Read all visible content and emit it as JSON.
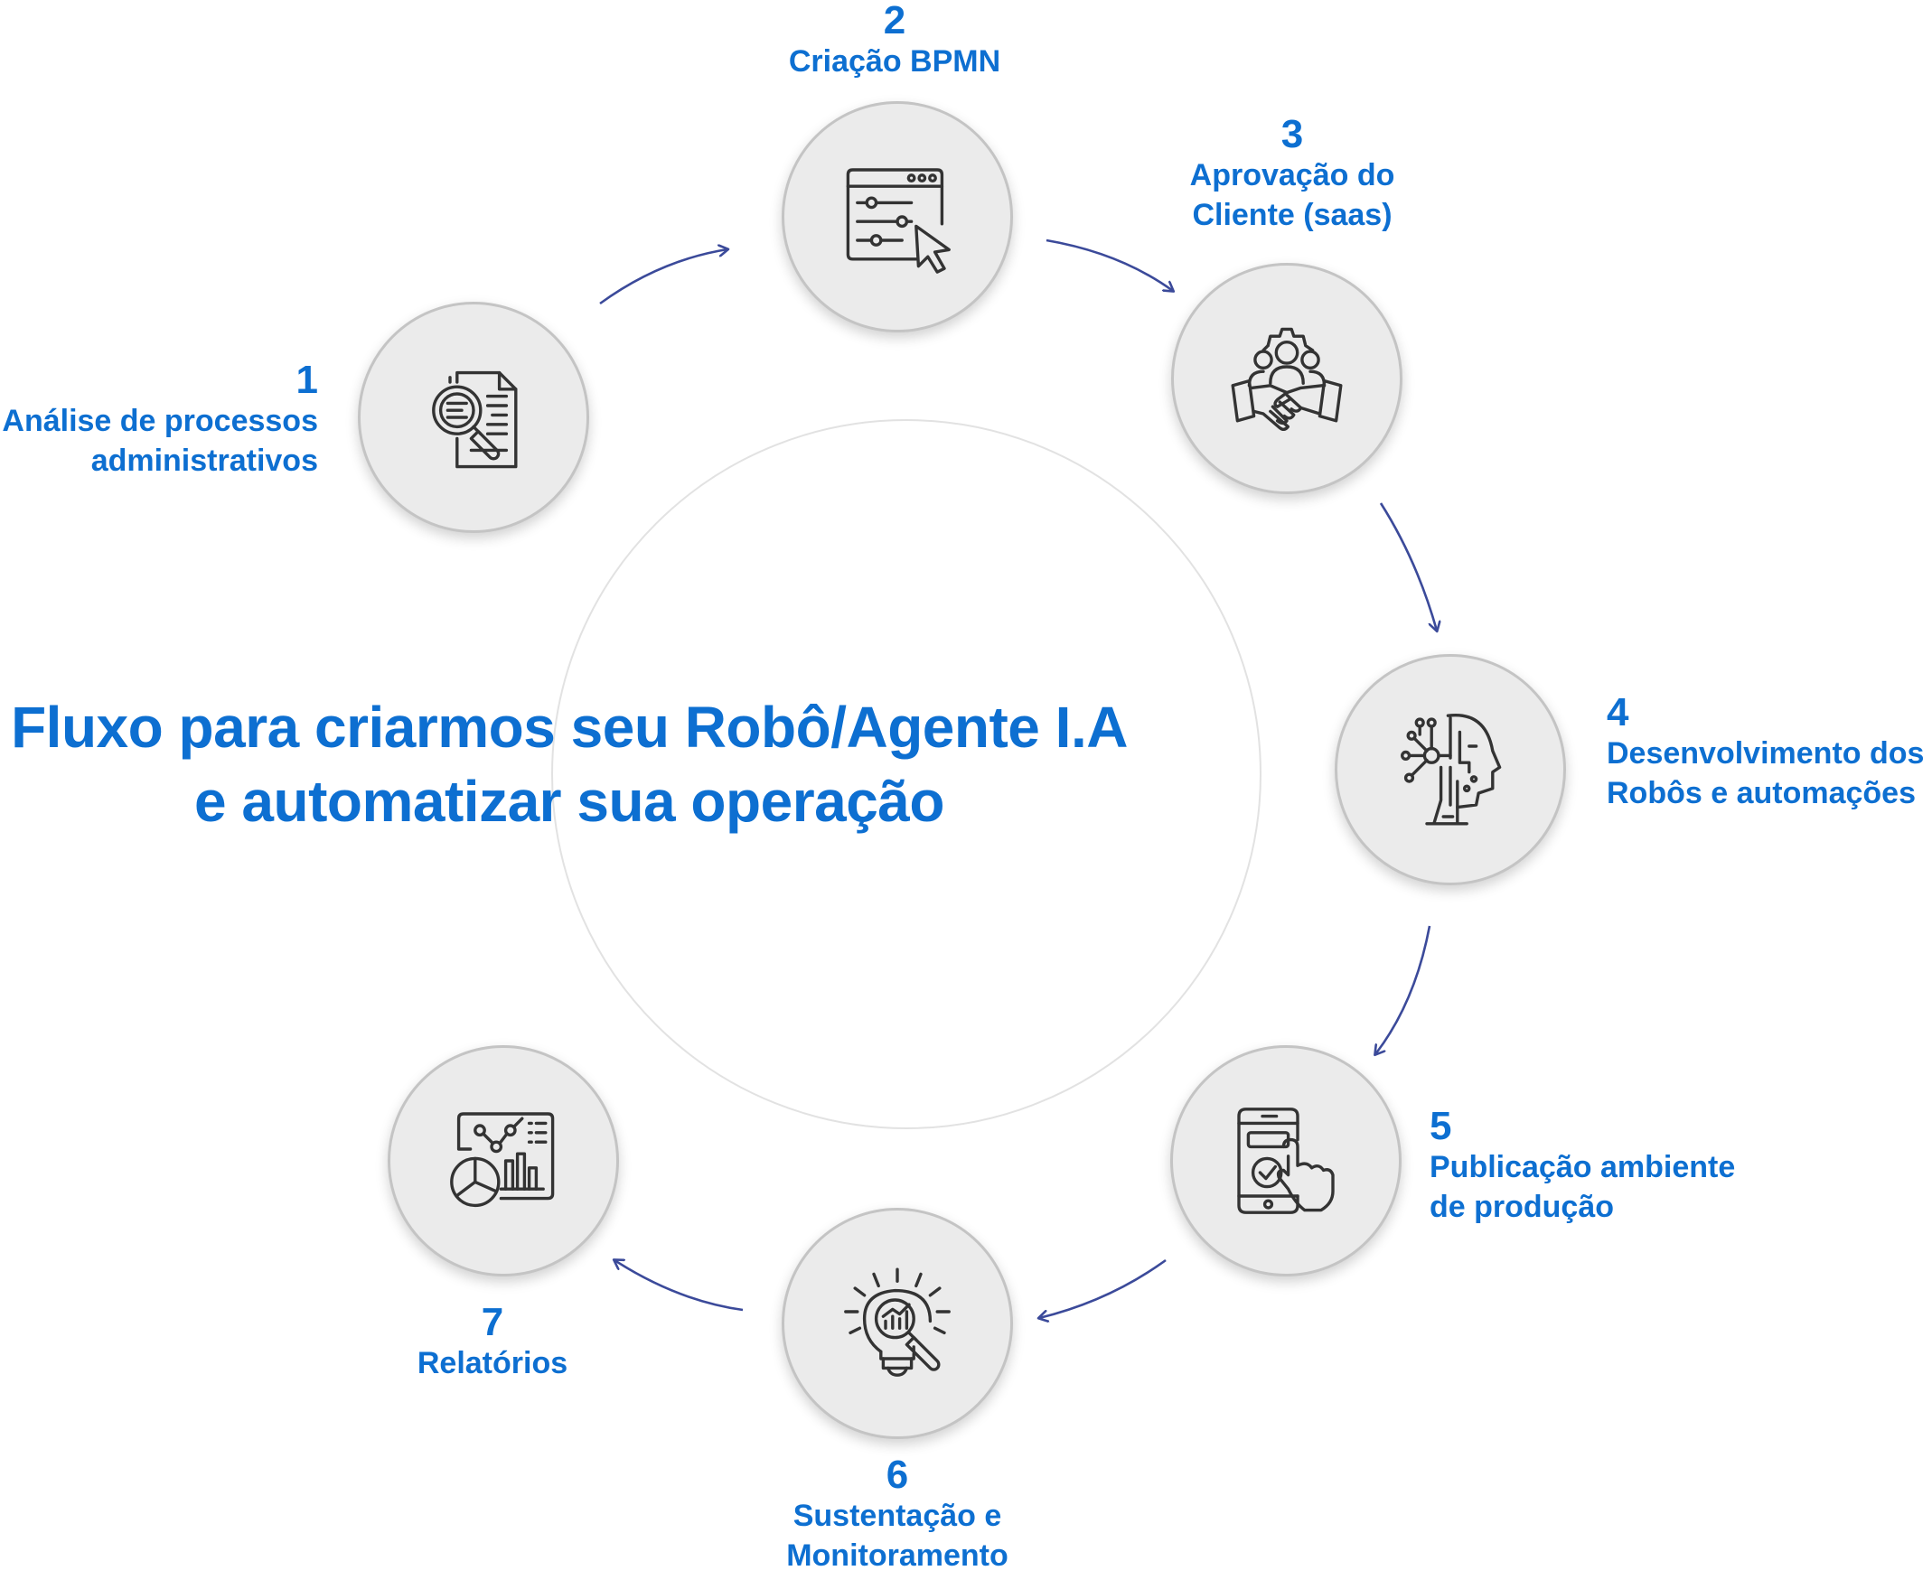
{
  "title": {
    "line1": "Fluxo para criarmos seu Robô/Agente I.A",
    "line2": "e automatizar sua operação"
  },
  "colors": {
    "accent": "#0d6fd1",
    "arrow": "#3b4a9a",
    "node_fill": "#ebebeb",
    "node_border": "#c4c4c4",
    "icon_stroke": "#333333"
  },
  "steps": [
    {
      "number": "1",
      "text": "Análise de processos\nadministrativos",
      "icon": "document-search-icon"
    },
    {
      "number": "2",
      "text": "Criação BPMN",
      "icon": "browser-settings-cursor-icon"
    },
    {
      "number": "3",
      "text": "Aprovação do\nCliente (saas)",
      "icon": "team-handshake-icon"
    },
    {
      "number": "4",
      "text": "Desenvolvimento dos\nRobôs e automações",
      "icon": "ai-head-icon"
    },
    {
      "number": "5",
      "text": "Publicação ambiente\nde produção",
      "icon": "mobile-touch-check-icon"
    },
    {
      "number": "6",
      "text": "Sustentação e\nMonitoramento",
      "icon": "lightbulb-analytics-icon"
    },
    {
      "number": "7",
      "text": "Relatórios",
      "icon": "dashboard-report-icon"
    }
  ]
}
